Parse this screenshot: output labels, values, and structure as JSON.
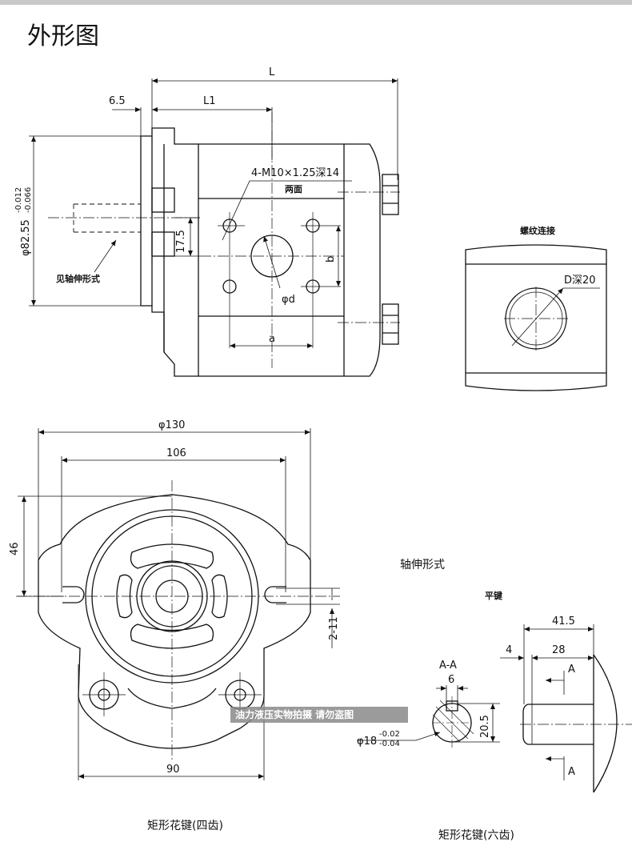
{
  "page": {
    "title": "外形图",
    "watermark": "油力液压实物拍摄 请勿盗图"
  },
  "side_view": {
    "dim_L": "L",
    "dim_L1": "L1",
    "dim_6_5": "6.5",
    "thread_note": "4-M10×1.25深14",
    "two_sides": "两面",
    "dim_17_5": "17.5",
    "dim_b": "b",
    "dim_phid": "φd",
    "dim_a": "a",
    "dia_main": "φ82.55",
    "dia_tol_upper": "-0.012",
    "dia_tol_lower": "-0.066",
    "shaft_note": "见轴伸形式"
  },
  "port_view": {
    "title": "螺纹连接",
    "depth": "D深20"
  },
  "front_view": {
    "dia_130": "φ130",
    "dim_106": "106",
    "dim_46": "46",
    "dim_2_11": "2-11",
    "dim_90": "90",
    "caption": "矩形花键(四齿)"
  },
  "shaft_view": {
    "heading": "轴伸形式",
    "flat_key": "平键",
    "dim_41_5": "41.5",
    "dim_4": "4",
    "dim_28": "28",
    "section_aa": "A-A",
    "dim_6": "6",
    "dim_20_5": "20.5",
    "dia_18": "φ18",
    "dia18_tol_upper": "-0.02",
    "dia18_tol_lower": "-0.04",
    "section_marker": "A",
    "caption": "矩形花键(六齿)"
  }
}
